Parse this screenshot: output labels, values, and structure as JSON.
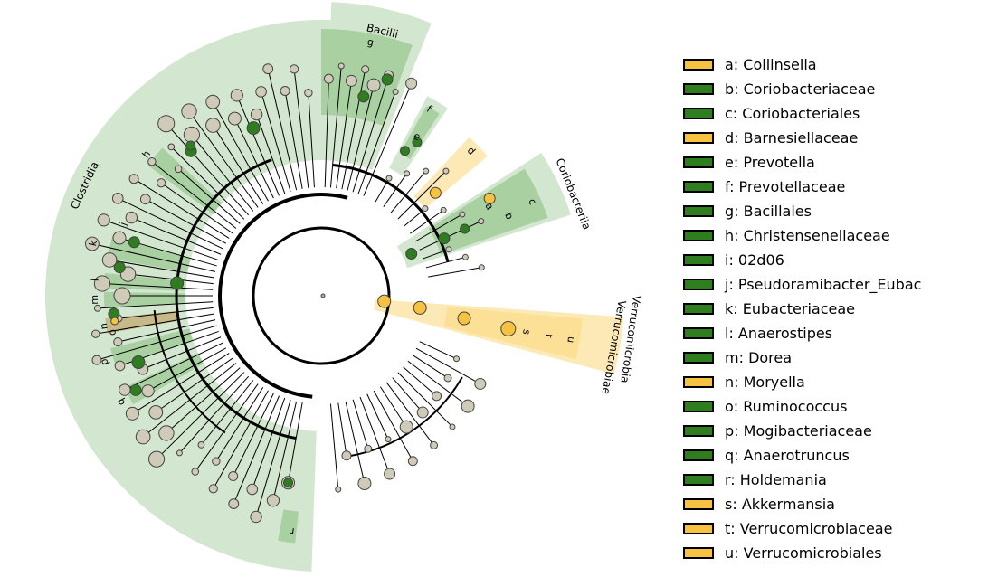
{
  "colors": {
    "firmicutes_bg": "#d3e6cf",
    "clade_bg": "#a8d0a1",
    "enriched_green": "#2e7d1e",
    "enriched_yellow": "#f5c242",
    "yellow_bg": "#fde9b6",
    "node_neutral": "#cfcbb8",
    "edge": "#000000"
  },
  "cladogram": {
    "clade_labels": [
      {
        "text": "Bacilli",
        "group": "green"
      },
      {
        "text": "Clostridia",
        "group": "green"
      },
      {
        "text": "Coriobacteriia",
        "group": "green"
      },
      {
        "text": "Verrucomicrobia",
        "group": "yellow"
      },
      {
        "text": "Verrucomicrobiae",
        "group": "yellow"
      }
    ],
    "letter_labels": [
      "a",
      "b",
      "c",
      "d",
      "e",
      "f",
      "g",
      "h",
      "i",
      "j",
      "k",
      "l",
      "m",
      "n",
      "o",
      "p",
      "q",
      "r",
      "s",
      "t",
      "u"
    ]
  },
  "legend": {
    "items": [
      {
        "letter": "a",
        "name": "Collinsella",
        "group": "yellow"
      },
      {
        "letter": "b",
        "name": "Coriobacteriaceae",
        "group": "green"
      },
      {
        "letter": "c",
        "name": "Coriobacteriales",
        "group": "green"
      },
      {
        "letter": "d",
        "name": "Barnesiellaceae",
        "group": "yellow"
      },
      {
        "letter": "e",
        "name": "Prevotella",
        "group": "green"
      },
      {
        "letter": "f",
        "name": "Prevotellaceae",
        "group": "green"
      },
      {
        "letter": "g",
        "name": "Bacillales",
        "group": "green"
      },
      {
        "letter": "h",
        "name": "Christensenellaceae",
        "group": "green"
      },
      {
        "letter": "i",
        "name": "02d06",
        "group": "green"
      },
      {
        "letter": "j",
        "name": "Pseudoramibacter_Eubac",
        "group": "green"
      },
      {
        "letter": "k",
        "name": "Eubacteriaceae",
        "group": "green"
      },
      {
        "letter": "l",
        "name": "Anaerostipes",
        "group": "green"
      },
      {
        "letter": "m",
        "name": "Dorea",
        "group": "green"
      },
      {
        "letter": "n",
        "name": "Moryella",
        "group": "yellow"
      },
      {
        "letter": "o",
        "name": "Ruminococcus",
        "group": "green"
      },
      {
        "letter": "p",
        "name": "Mogibacteriaceae",
        "group": "green"
      },
      {
        "letter": "q",
        "name": "Anaerotruncus",
        "group": "green"
      },
      {
        "letter": "r",
        "name": "Holdemania",
        "group": "green"
      },
      {
        "letter": "s",
        "name": "Akkermansia",
        "group": "yellow"
      },
      {
        "letter": "t",
        "name": "Verrucomicrobiaceae",
        "group": "yellow"
      },
      {
        "letter": "u",
        "name": "Verrucomicrobiales",
        "group": "yellow"
      }
    ]
  }
}
